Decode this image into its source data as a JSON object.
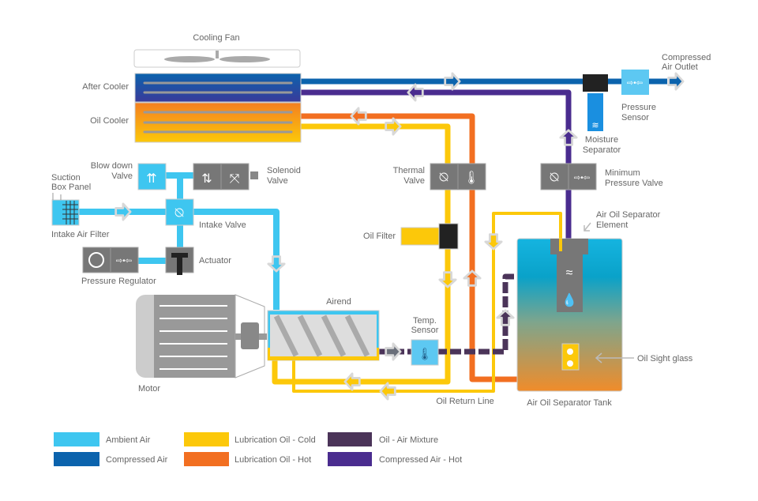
{
  "labels": {
    "cooling_fan": "Cooling Fan",
    "after_cooler": "After Cooler",
    "oil_cooler": "Oil Cooler",
    "compressed_air_outlet": [
      "Compressed",
      "Air Outlet"
    ],
    "pressure_sensor": [
      "Pressure",
      "Sensor"
    ],
    "moisture_separator": [
      "Moisture",
      "Separator"
    ],
    "blow_down_valve": [
      "Blow down",
      "Valve"
    ],
    "solenoid_valve": [
      "Solenoid",
      "Valve"
    ],
    "suction_box_panel": [
      "Suction",
      "Box Panel"
    ],
    "intake_air_filter": "Intake Air Filter",
    "intake_valve": "Intake Valve",
    "actuator": "Actuator",
    "pressure_regulator": "Pressure Regulator",
    "thermal_valve": [
      "Thermal",
      "Valve"
    ],
    "minimum_pressure_valve": [
      "Minimum",
      "Pressure Valve"
    ],
    "oil_filter": "Oil Filter",
    "air_oil_separator_element": [
      "Air Oil Separator",
      "Element"
    ],
    "motor": "Motor",
    "airend": "Airend",
    "temp_sensor": [
      "Temp.",
      "Sensor"
    ],
    "oil_return_line": "Oil Return Line",
    "air_oil_separator_tank": "Air Oil Separator Tank",
    "oil_sight_glass": "Oil Sight glass"
  },
  "legend": [
    {
      "label": "Ambient Air",
      "color": "#3ec6f0"
    },
    {
      "label": "Compressed Air",
      "color": "#0b63ad"
    },
    {
      "label": "Lubrication Oil - Cold",
      "color": "#fcc80a"
    },
    {
      "label": "Lubrication Oil - Hot",
      "color": "#f26f21"
    },
    {
      "label": "Oil - Air Mixture",
      "color": "#4b3459"
    },
    {
      "label": "Compressed Air - Hot",
      "color": "#4a2c8f"
    }
  ]
}
